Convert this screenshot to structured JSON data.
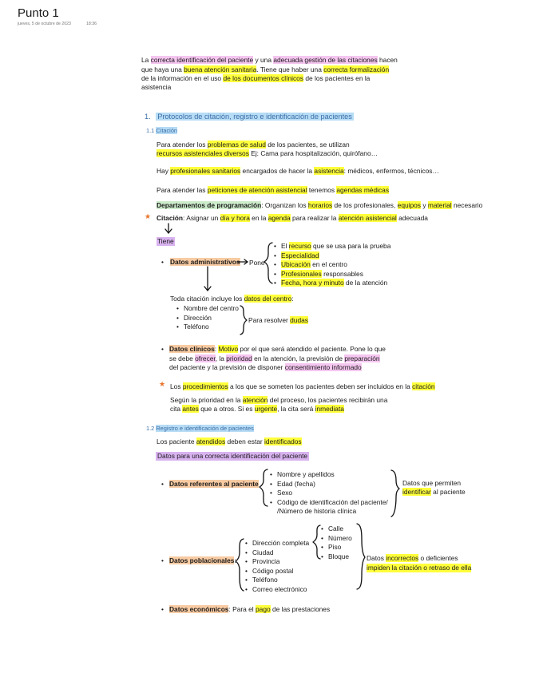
{
  "header": {
    "title": "Punto 1",
    "date": "jueves, 5 de octubre de 2023",
    "time": "18:36"
  },
  "intro": {
    "l1a": "La ",
    "l1b": "correcta identificación del paciente",
    "l1c": " y una ",
    "l1d": "adecuada gestión de las citaciones",
    "l1e": " hacen",
    "l2a": "que haya una ",
    "l2b": "buena atención sanitaria",
    "l2c": ". Tiene que haber una ",
    "l2d": "correcta formalización",
    "l3a": "de la información en el uso ",
    "l3b": "de los documentos clínicos",
    "l3c": " de los pacientes en la",
    "l4": "asistencia"
  },
  "section1": {
    "number": "1.",
    "title": "Protocolos de citación, registro e identificación de pacientes"
  },
  "sub1": {
    "number": "1.1",
    "title": "Citación"
  },
  "p1": {
    "a": "Para atender los ",
    "b": "problemas de salud",
    "c": " de los pacientes, se utilizan",
    "d": "recursos asistenciales diversos",
    "e": " Ej: Cama para hospitalización, quirófano…"
  },
  "p2": {
    "a": "Hay ",
    "b": "profesionales sanitarios",
    "c": " encargados de hacer la ",
    "d": "asistencia",
    "e": ": médicos, enfermos, técnicos…"
  },
  "p3": {
    "a": "Para atender las ",
    "b": "peticiones de atención asistencial",
    "c": " tenemos ",
    "d": "agendas médicas"
  },
  "p4": {
    "a": "Departamentos de programación",
    "b": ": Organizan los ",
    "c": "horarios",
    "d": " de los profesionales, ",
    "e": "equipos",
    "f": " y ",
    "g": "material",
    "h": " necesario"
  },
  "p5": {
    "star": "★",
    "a": "Citación",
    "b": ": Asignar un ",
    "c": "día y hora",
    "d": " en la ",
    "e": "agenda",
    "f": " para realizar la ",
    "g": "atención asistencial",
    "h": " adecuada"
  },
  "tiene": "Tiene",
  "admin": {
    "label": "Datos administrativos",
    "pone": "Pone",
    "items": [
      {
        "pre": "El ",
        "hl": "recurso",
        "post": " que se usa para la prueba"
      },
      {
        "pre": "",
        "hl": "Especialidad",
        "post": ""
      },
      {
        "pre": "",
        "hl": "Ubicación",
        "post": " en el centro"
      },
      {
        "pre": "",
        "hl": "Profesionales",
        "post": " responsables"
      },
      {
        "pre": "",
        "hl": "Fecha, hora y minuto",
        "post": " de la atención"
      }
    ]
  },
  "toda": {
    "a": "Toda citación incluye los ",
    "b": "datos del centro",
    "c": ":",
    "items": [
      "Nombre del centro",
      "Dirección",
      "Teléfono"
    ],
    "resolver_a": "Para resolver ",
    "resolver_b": "dudas"
  },
  "clinicos": {
    "a": "Datos clínicos",
    "b": ": ",
    "c": "Motivo",
    "d": " por el que será atendido el paciente. Pone lo que",
    "e": "se debe ",
    "f": "ofrecer",
    "g": ", la ",
    "h": "prioridad",
    "i": " en la atención, la previsión de ",
    "j": "preparación",
    "k": "del paciente y la previsión de disponer ",
    "l": "consentimiento informado"
  },
  "proc": {
    "star": "★",
    "a": "Los ",
    "b": "procedimientos",
    "c": " a los que se someten los pacientes deben ser incluidos en la ",
    "d": "citación",
    "e": "Según la prioridad en la ",
    "f": "atención",
    "g": " del proceso, los pacientes recibirán una",
    "h": "cita ",
    "i": "antes",
    "j": " que a otros. Si es ",
    "k": "urgente",
    "l": ", la cita será ",
    "m": "inmediata"
  },
  "sub2": {
    "number": "1.2",
    "title": "Registro e identificación de pacientes"
  },
  "reg": {
    "a": "Los paciente ",
    "b": "atendidos",
    "c": " deben estar ",
    "d": "identificados",
    "e": "Datos para una correcta identificación del paciente"
  },
  "referentes": {
    "label": "Datos referentes al paciente",
    "items": [
      "Nombre y apellidos",
      "Edad (fecha)",
      "Sexo",
      "Código de identificación del paciente/"
    ],
    "extra": "/Número de historia clínica",
    "note_a": "Datos que permiten",
    "note_b": "identificar",
    "note_c": " al paciente"
  },
  "poblacionales": {
    "label": "Datos poblacionales",
    "colon": ":",
    "items": [
      "Dirección completa",
      "Ciudad",
      "Provincia",
      "Código postal",
      "Teléfono",
      "Correo electrónico"
    ],
    "sub_items": [
      "Calle",
      "Número",
      "Piso",
      "Bloque"
    ],
    "note_a": "Datos ",
    "note_b": "incorrectos",
    "note_c": " o deficientes",
    "note_d": "impiden la citación o retraso de ella"
  },
  "economicos": {
    "a": "Datos económicos",
    "b": ": Para el ",
    "c": "pago",
    "d": " de las prestaciones"
  },
  "colors": {
    "yellow": "#ffff3b",
    "pink": "#f5c6f0",
    "orange": "#f8cba3",
    "green": "#cdeccb",
    "violet": "#d9b3f0",
    "blue": "#b7dcf5",
    "star": "#e8742a"
  }
}
